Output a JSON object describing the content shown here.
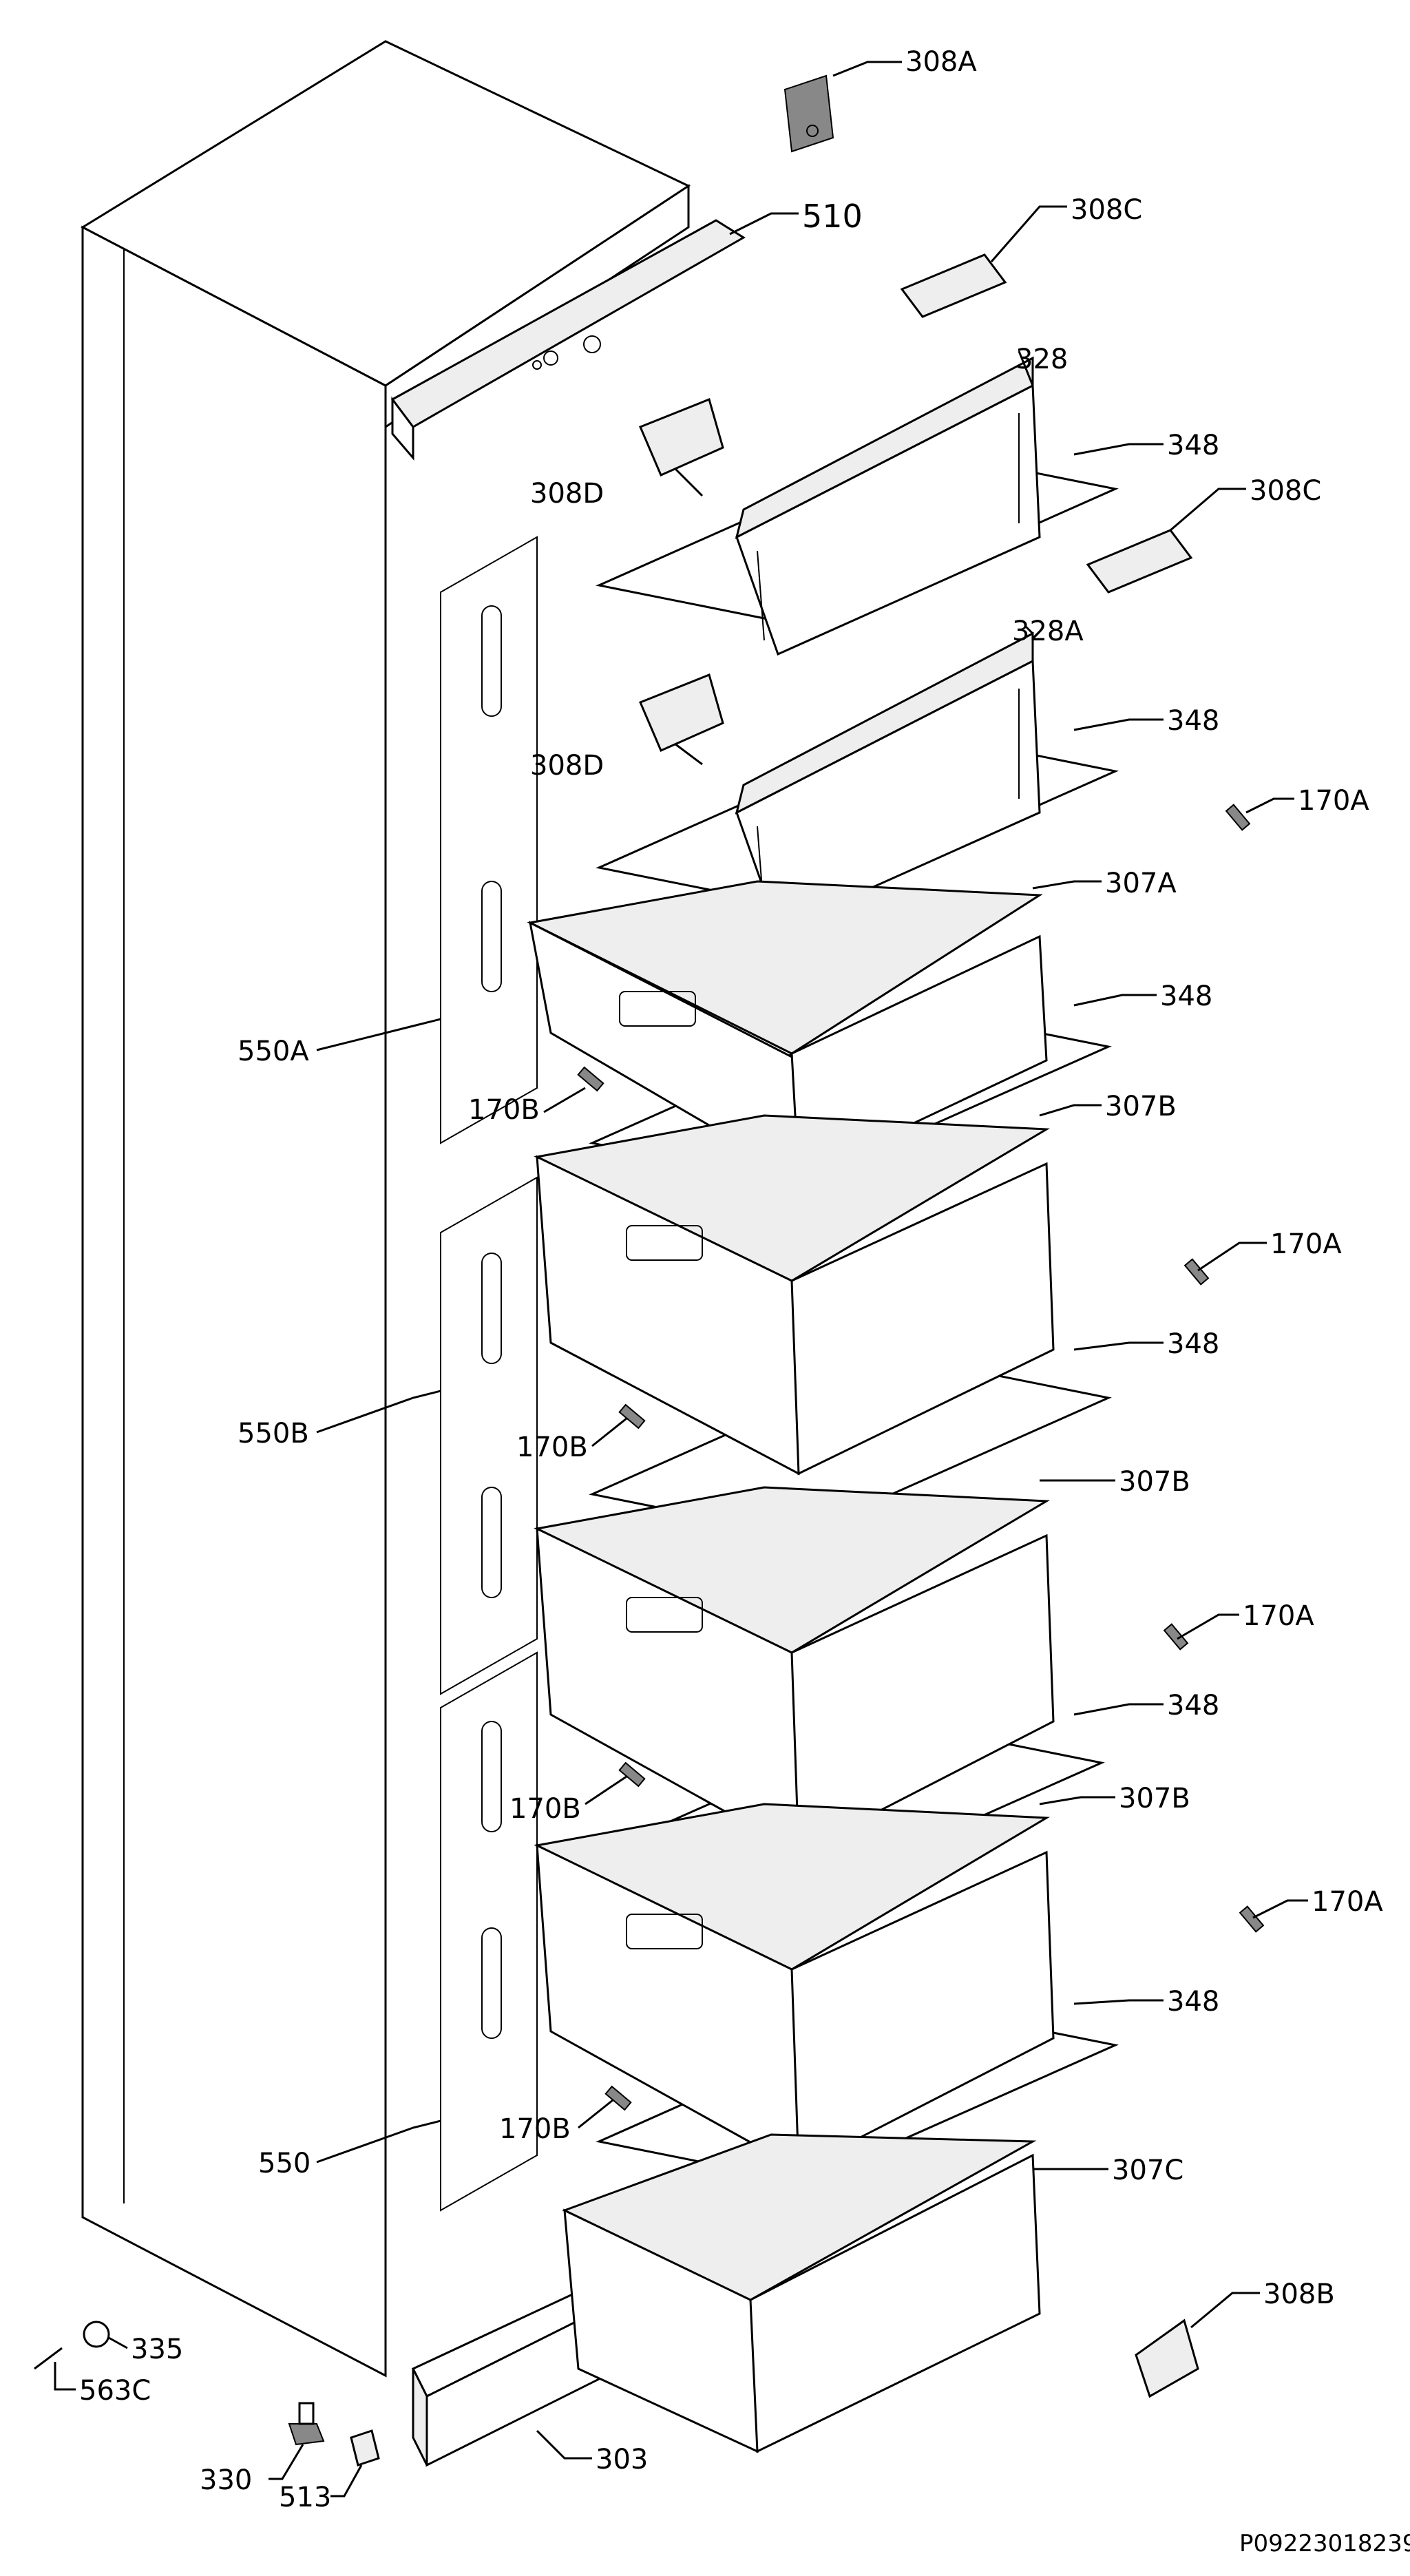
{
  "drawing_code": "P09223018239",
  "labels": {
    "l308A": "308A",
    "l510": "510",
    "l308C_1": "308C",
    "l328": "328",
    "l308D_1": "308D",
    "l348_1": "348",
    "l308C_2": "308C",
    "l328A": "328A",
    "l348_2": "348",
    "l308D_2": "308D",
    "l170A_1": "170A",
    "l307A": "307A",
    "l348_3": "348",
    "l550A": "550A",
    "l170B_1": "170B",
    "l307B_1": "307B",
    "l170A_2": "170A",
    "l348_4": "348",
    "l550B": "550B",
    "l170B_2": "170B",
    "l307B_2": "307B",
    "l170A_3": "170A",
    "l348_5": "348",
    "l170B_3": "170B",
    "l307B_3": "307B",
    "l170A_4": "170A",
    "l348_6": "348",
    "l550": "550",
    "l170B_4": "170B",
    "l307C": "307C",
    "l308B": "308B",
    "l335": "335",
    "l563C": "563C",
    "l330": "330",
    "l513": "513",
    "l303": "303"
  }
}
